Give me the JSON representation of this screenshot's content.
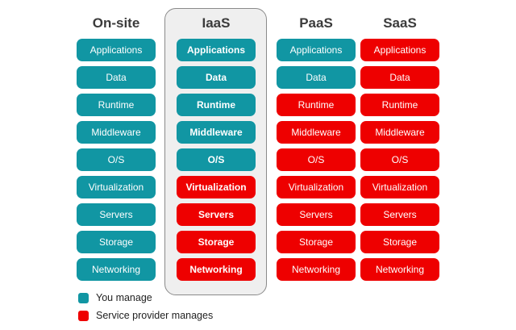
{
  "colors": {
    "you_manage": "#1196a3",
    "provider_manages": "#ee0000"
  },
  "columns": [
    {
      "title": "On-site",
      "bold_labels": false,
      "cells": [
        {
          "label": "Applications",
          "owner": "you"
        },
        {
          "label": "Data",
          "owner": "you"
        },
        {
          "label": "Runtime",
          "owner": "you"
        },
        {
          "label": "Middleware",
          "owner": "you"
        },
        {
          "label": "O/S",
          "owner": "you"
        },
        {
          "label": "Virtualization",
          "owner": "you"
        },
        {
          "label": "Servers",
          "owner": "you"
        },
        {
          "label": "Storage",
          "owner": "you"
        },
        {
          "label": "Networking",
          "owner": "you"
        }
      ]
    },
    {
      "title": "IaaS",
      "bold_labels": true,
      "highlighted": true,
      "cells": [
        {
          "label": "Applications",
          "owner": "you"
        },
        {
          "label": "Data",
          "owner": "you"
        },
        {
          "label": "Runtime",
          "owner": "you"
        },
        {
          "label": "Middleware",
          "owner": "you"
        },
        {
          "label": "O/S",
          "owner": "you"
        },
        {
          "label": "Virtualization",
          "owner": "provider"
        },
        {
          "label": "Servers",
          "owner": "provider"
        },
        {
          "label": "Storage",
          "owner": "provider"
        },
        {
          "label": "Networking",
          "owner": "provider"
        }
      ]
    },
    {
      "title": "PaaS",
      "bold_labels": false,
      "cells": [
        {
          "label": "Applications",
          "owner": "you"
        },
        {
          "label": "Data",
          "owner": "you"
        },
        {
          "label": "Runtime",
          "owner": "provider"
        },
        {
          "label": "Middleware",
          "owner": "provider"
        },
        {
          "label": "O/S",
          "owner": "provider"
        },
        {
          "label": "Virtualization",
          "owner": "provider"
        },
        {
          "label": "Servers",
          "owner": "provider"
        },
        {
          "label": "Storage",
          "owner": "provider"
        },
        {
          "label": "Networking",
          "owner": "provider"
        }
      ]
    },
    {
      "title": "SaaS",
      "bold_labels": false,
      "cells": [
        {
          "label": "Applications",
          "owner": "provider"
        },
        {
          "label": "Data",
          "owner": "provider"
        },
        {
          "label": "Runtime",
          "owner": "provider"
        },
        {
          "label": "Middleware",
          "owner": "provider"
        },
        {
          "label": "O/S",
          "owner": "provider"
        },
        {
          "label": "Virtualization",
          "owner": "provider"
        },
        {
          "label": "Servers",
          "owner": "provider"
        },
        {
          "label": "Storage",
          "owner": "provider"
        },
        {
          "label": "Networking",
          "owner": "provider"
        }
      ]
    }
  ],
  "legend": [
    {
      "label": "You manage",
      "owner": "you"
    },
    {
      "label": "Service provider manages",
      "owner": "provider"
    }
  ]
}
